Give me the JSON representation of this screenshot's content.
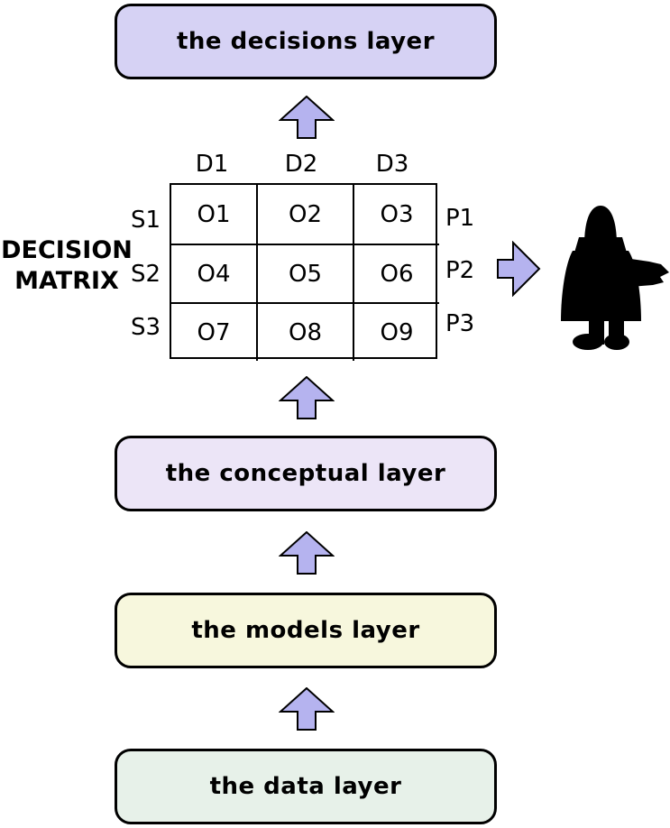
{
  "diagram": {
    "matrix_title": {
      "line1": "DECISION",
      "line2": "MATRIX"
    },
    "layers": [
      {
        "id": "decisions",
        "label": "the decisions layer",
        "fill": "#d6d2f4"
      },
      {
        "id": "conceptual",
        "label": "the conceptual layer",
        "fill": "#ece5f7"
      },
      {
        "id": "models",
        "label": "the models layer",
        "fill": "#f7f7dd"
      },
      {
        "id": "data",
        "label": "the data layer",
        "fill": "#e7f1e9"
      }
    ],
    "matrix": {
      "col_headers": [
        "D1",
        "D2",
        "D3"
      ],
      "row_headers_left": [
        "S1",
        "S2",
        "S3"
      ],
      "row_headers_right": [
        "P1",
        "P2",
        "P3"
      ],
      "cells": [
        [
          "O1",
          "O2",
          "O3"
        ],
        [
          "O4",
          "O5",
          "O6"
        ],
        [
          "O7",
          "O8",
          "O9"
        ]
      ]
    },
    "colors": {
      "arrow_fill": "#b5b3ef",
      "outline": "#000000",
      "cell_background": "#ffffff",
      "person_silhouette": "#000000"
    }
  }
}
